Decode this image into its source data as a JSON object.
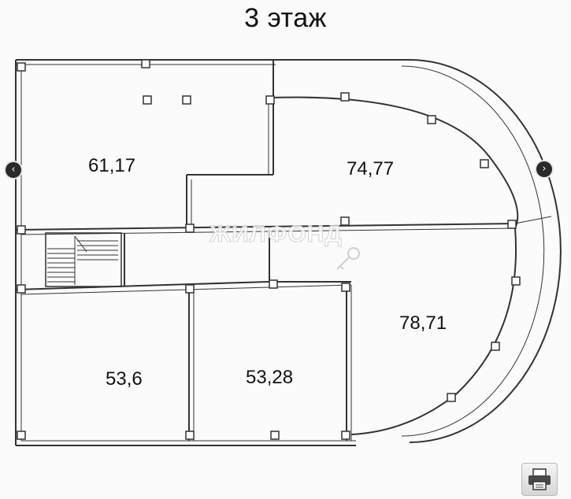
{
  "floor_title": "3 этаж",
  "watermark": "ЖИЛФОНД",
  "rooms": [
    {
      "id": "room-top-left",
      "area": "61,17"
    },
    {
      "id": "room-top-right",
      "area": "74,77"
    },
    {
      "id": "room-right-round",
      "area": "78,71"
    },
    {
      "id": "room-bottom-left",
      "area": "53,6"
    },
    {
      "id": "room-bottom-middle",
      "area": "53,28"
    }
  ],
  "controls": {
    "prev_icon": "chevron-left-icon",
    "next_icon": "chevron-right-icon",
    "print_icon": "printer-icon",
    "prev_glyph": "‹",
    "next_glyph": "›"
  },
  "colors": {
    "line": "#333333",
    "background": "#fbfbfb"
  }
}
